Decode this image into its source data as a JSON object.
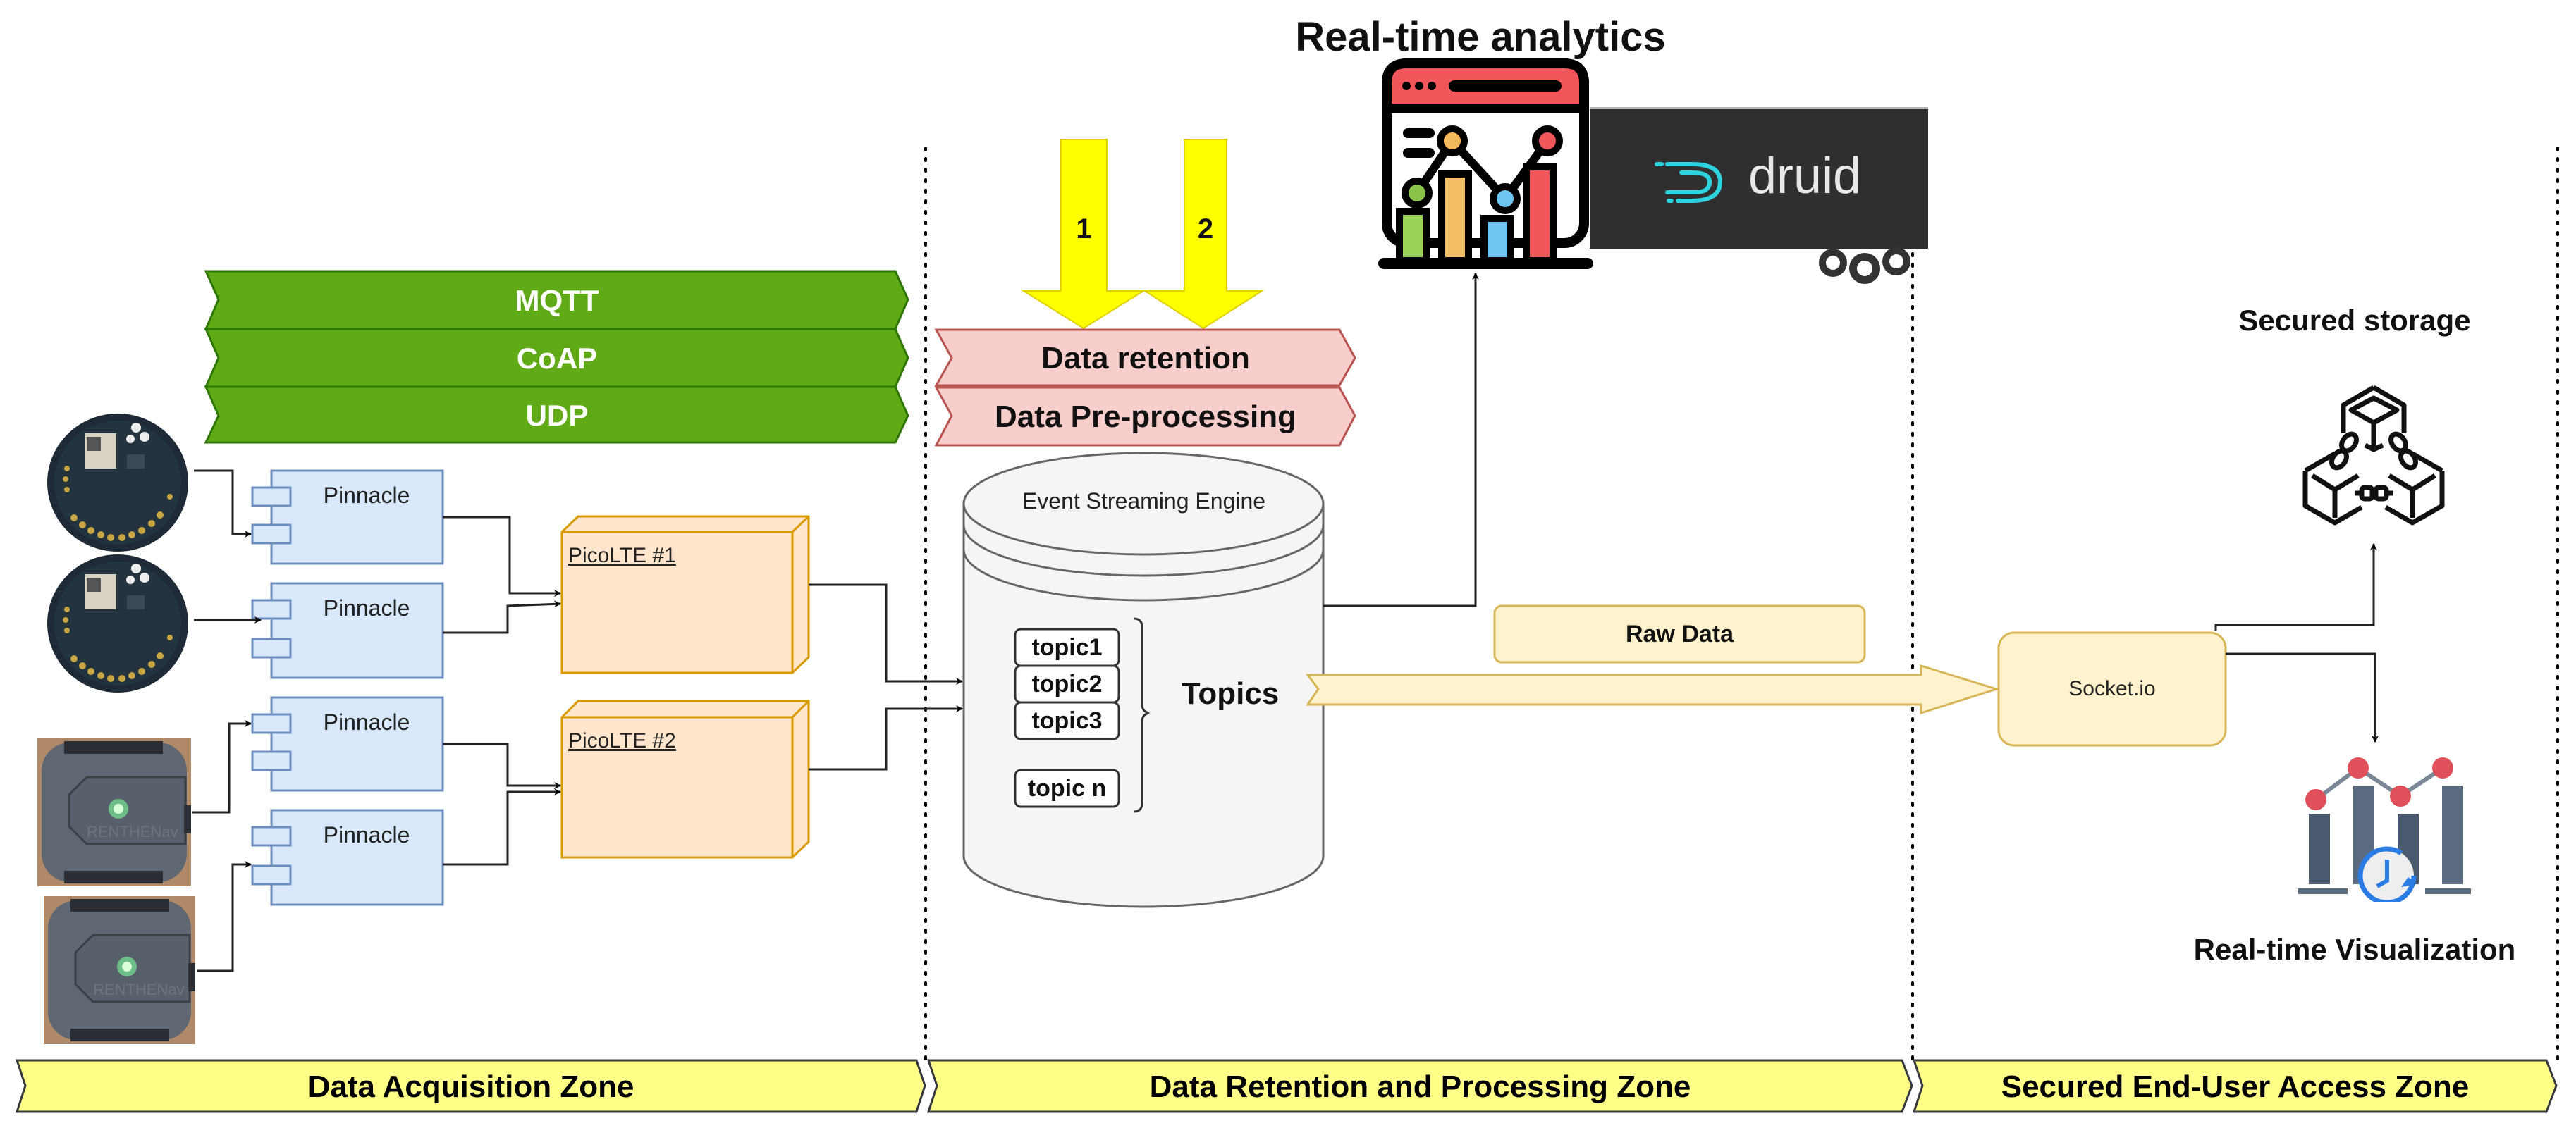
{
  "title": "Real-time analytics",
  "analytics": {
    "tool_name": "druid",
    "icon": "analytics-dashboard-icon"
  },
  "protocols": [
    "MQTT",
    "CoAP",
    "UDP"
  ],
  "processing_steps": [
    "Data retention",
    "Data Pre-processing"
  ],
  "input_arrows": [
    "1",
    "2"
  ],
  "devices": [
    {
      "type": "sensor-board",
      "icon": "pcb-sensor-board"
    },
    {
      "type": "sensor-board",
      "icon": "pcb-sensor-board"
    },
    {
      "type": "wearable-tracker",
      "icon": "wearable-device",
      "brand_text": "RENTHENav"
    },
    {
      "type": "wearable-tracker",
      "icon": "wearable-device",
      "brand_text": "RENTHENav"
    }
  ],
  "gateways": [
    "Pinnacle",
    "Pinnacle",
    "Pinnacle",
    "Pinnacle"
  ],
  "nodes": [
    "PicoLTE #1",
    "PicoLTE #2"
  ],
  "engine": {
    "title": "Event Streaming Engine",
    "topics": [
      "topic1",
      "topic2",
      "topic3",
      "topic n"
    ],
    "topics_label": "Topics"
  },
  "flow": {
    "raw_data_label": "Raw Data",
    "socket_label": "Socket.io"
  },
  "outputs": {
    "storage_title": "Secured storage",
    "visualization_title": "Real-time Visualization"
  },
  "zones": [
    "Data Acquisition Zone",
    "Data Retention and Processing Zone",
    "Secured End-User Access Zone"
  ],
  "colors": {
    "protocol_green": "#60a917",
    "protocol_border": "#2d7600",
    "pink_fill": "#f8cecc",
    "pink_border": "#b85450",
    "arrow_yellow": "#ffff00",
    "zone_yellow": "#ffff88",
    "blue_fill": "#dae8fc",
    "blue_border": "#6c8ebf",
    "orange_fill": "#ffe6cc",
    "orange_border": "#d79b00",
    "cream_fill": "#fff2cc",
    "cream_border": "#d6b656",
    "druid_bg": "#2f2f2f",
    "druid_accent": "#2ed3e0"
  }
}
